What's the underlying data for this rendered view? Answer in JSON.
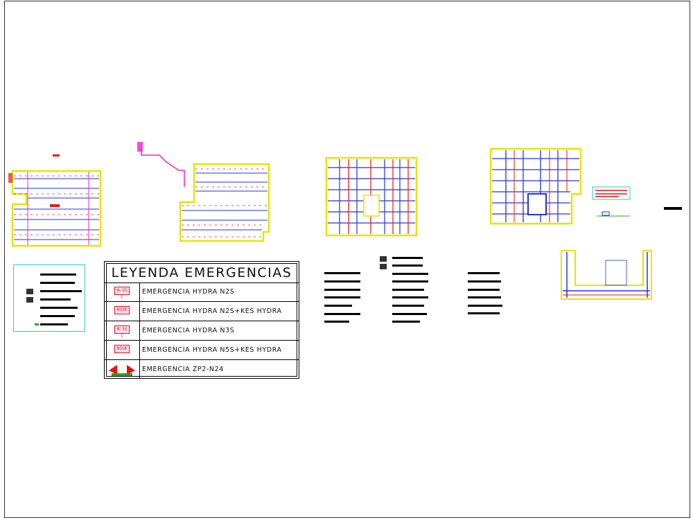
{
  "legend": {
    "title": "LEYENDA  EMERGENCIAS",
    "items": [
      {
        "symbol": "N-2S C",
        "label": "EMERGENCIA  HYDRA  N2S"
      },
      {
        "symbol": "N2SK",
        "label": "EMERGENCIA  HYDRA  N2S+KES  HYDRA"
      },
      {
        "symbol": "N-3S C",
        "label": "EMERGENCIA  HYDRA  N3S"
      },
      {
        "symbol": "N5SK",
        "label": "EMERGENCIA  HYDRA  N5S+KES  HYDRA"
      },
      {
        "symbol": "",
        "label": "EMERGENCIA  ZP2-N24"
      }
    ]
  },
  "colors": {
    "wall": "#e5e500",
    "grid_blue": "#2233dd",
    "red": "#ee1111",
    "magenta": "#ee22cc",
    "green": "#22aa22",
    "cyan": "#22cccc"
  }
}
